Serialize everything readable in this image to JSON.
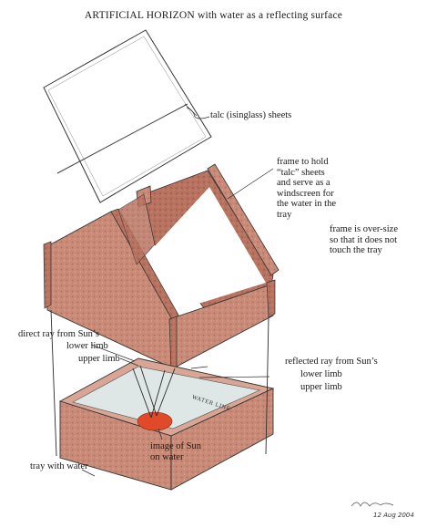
{
  "title": "ARTIFICIAL HORIZON with water as a reflecting surface",
  "labels": {
    "talc_sheets": "talc (isinglass) sheets",
    "frame_hold": "frame to hold\n“talc” sheets\nand serve as a\nwindscreen for\nthe water in the\ntray",
    "frame_oversize": "frame is over-size\nso that it does not\ntouch the tray",
    "direct_ray": "direct ray from Sun’s",
    "lower_limb_left": "lower limb",
    "upper_limb_left": "upper limb",
    "reflected_ray": "reflected ray from Sun’s",
    "lower_limb_right": "lower limb",
    "upper_limb_right": "upper limb",
    "image_of_sun": "image of Sun\non water",
    "water_line": "WATER LINE",
    "tray_with_water": "tray with water"
  },
  "signature": "12 Aug 2004",
  "colors": {
    "wood": "#c98a78",
    "wood_dark": "#a8604c",
    "wood_light": "#d9a594",
    "water": "#dfe6e6",
    "sun": "#e04a2a",
    "line": "#2a2a2a"
  }
}
